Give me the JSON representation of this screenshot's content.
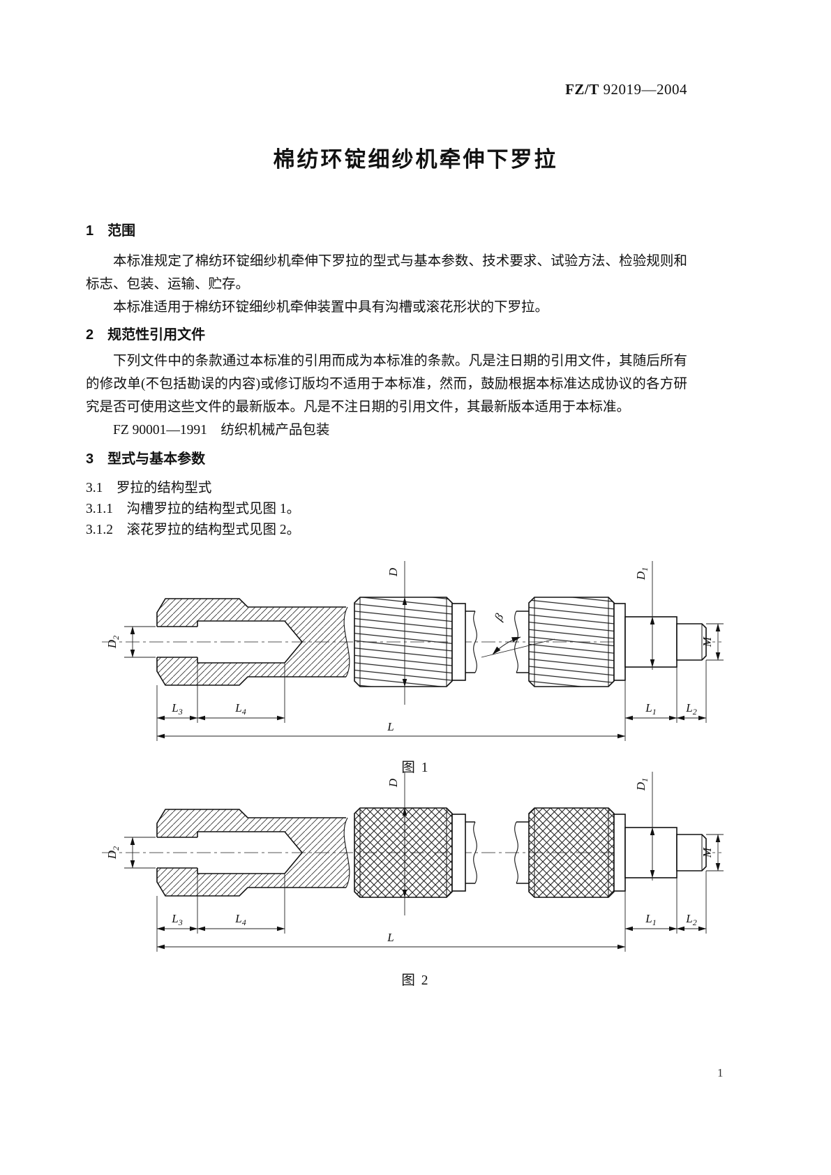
{
  "header": {
    "standard_code_prefix": "FZ/T",
    "standard_code_number": "92019—2004"
  },
  "title": "棉纺环锭细纱机牵伸下罗拉",
  "sections": {
    "s1": {
      "heading": "1　范围",
      "p1": "本标准规定了棉纺环锭细纱机牵伸下罗拉的型式与基本参数、技术要求、试验方法、检验规则和标志、包装、运输、贮存。",
      "p2": "本标准适用于棉纺环锭细纱机牵伸装置中具有沟槽或滚花形状的下罗拉。"
    },
    "s2": {
      "heading": "2　规范性引用文件",
      "p1": "下列文件中的条款通过本标准的引用而成为本标准的条款。凡是注日期的引用文件，其随后所有的修改单(不包括勘误的内容)或修订版均不适用于本标准，然而，鼓励根据本标准达成协议的各方研究是否可使用这些文件的最新版本。凡是不注日期的引用文件，其最新版本适用于本标准。",
      "reference": "FZ 90001—1991　纺织机械产品包装"
    },
    "s3": {
      "heading": "3　型式与基本参数",
      "s31": "3.1　罗拉的结构型式",
      "s311": "3.1.1　沟槽罗拉的结构型式见图 1。",
      "s312": "3.1.2　滚花罗拉的结构型式见图 2。"
    }
  },
  "figures": {
    "fig1": {
      "caption": "图 1",
      "labels": {
        "D": {
          "base": "D",
          "sub": ""
        },
        "D1": {
          "base": "D",
          "sub": "1"
        },
        "D2": {
          "base": "D",
          "sub": "2"
        },
        "M": {
          "base": "M",
          "sub": ""
        },
        "beta": {
          "base": "β",
          "sub": ""
        },
        "L": {
          "base": "L",
          "sub": ""
        },
        "L1": {
          "base": "L",
          "sub": "1"
        },
        "L2": {
          "base": "L",
          "sub": "2"
        },
        "L3": {
          "base": "L",
          "sub": "3"
        },
        "L4": {
          "base": "L",
          "sub": "4"
        }
      }
    },
    "fig2": {
      "caption": "图 2",
      "labels": {
        "D": {
          "base": "D",
          "sub": ""
        },
        "D1": {
          "base": "D",
          "sub": "1"
        },
        "D2": {
          "base": "D",
          "sub": "2"
        },
        "M": {
          "base": "M",
          "sub": ""
        },
        "L": {
          "base": "L",
          "sub": ""
        },
        "L1": {
          "base": "L",
          "sub": "1"
        },
        "L2": {
          "base": "L",
          "sub": "2"
        },
        "L3": {
          "base": "L",
          "sub": "3"
        },
        "L4": {
          "base": "L",
          "sub": "4"
        }
      }
    }
  },
  "page": {
    "number": "1"
  }
}
